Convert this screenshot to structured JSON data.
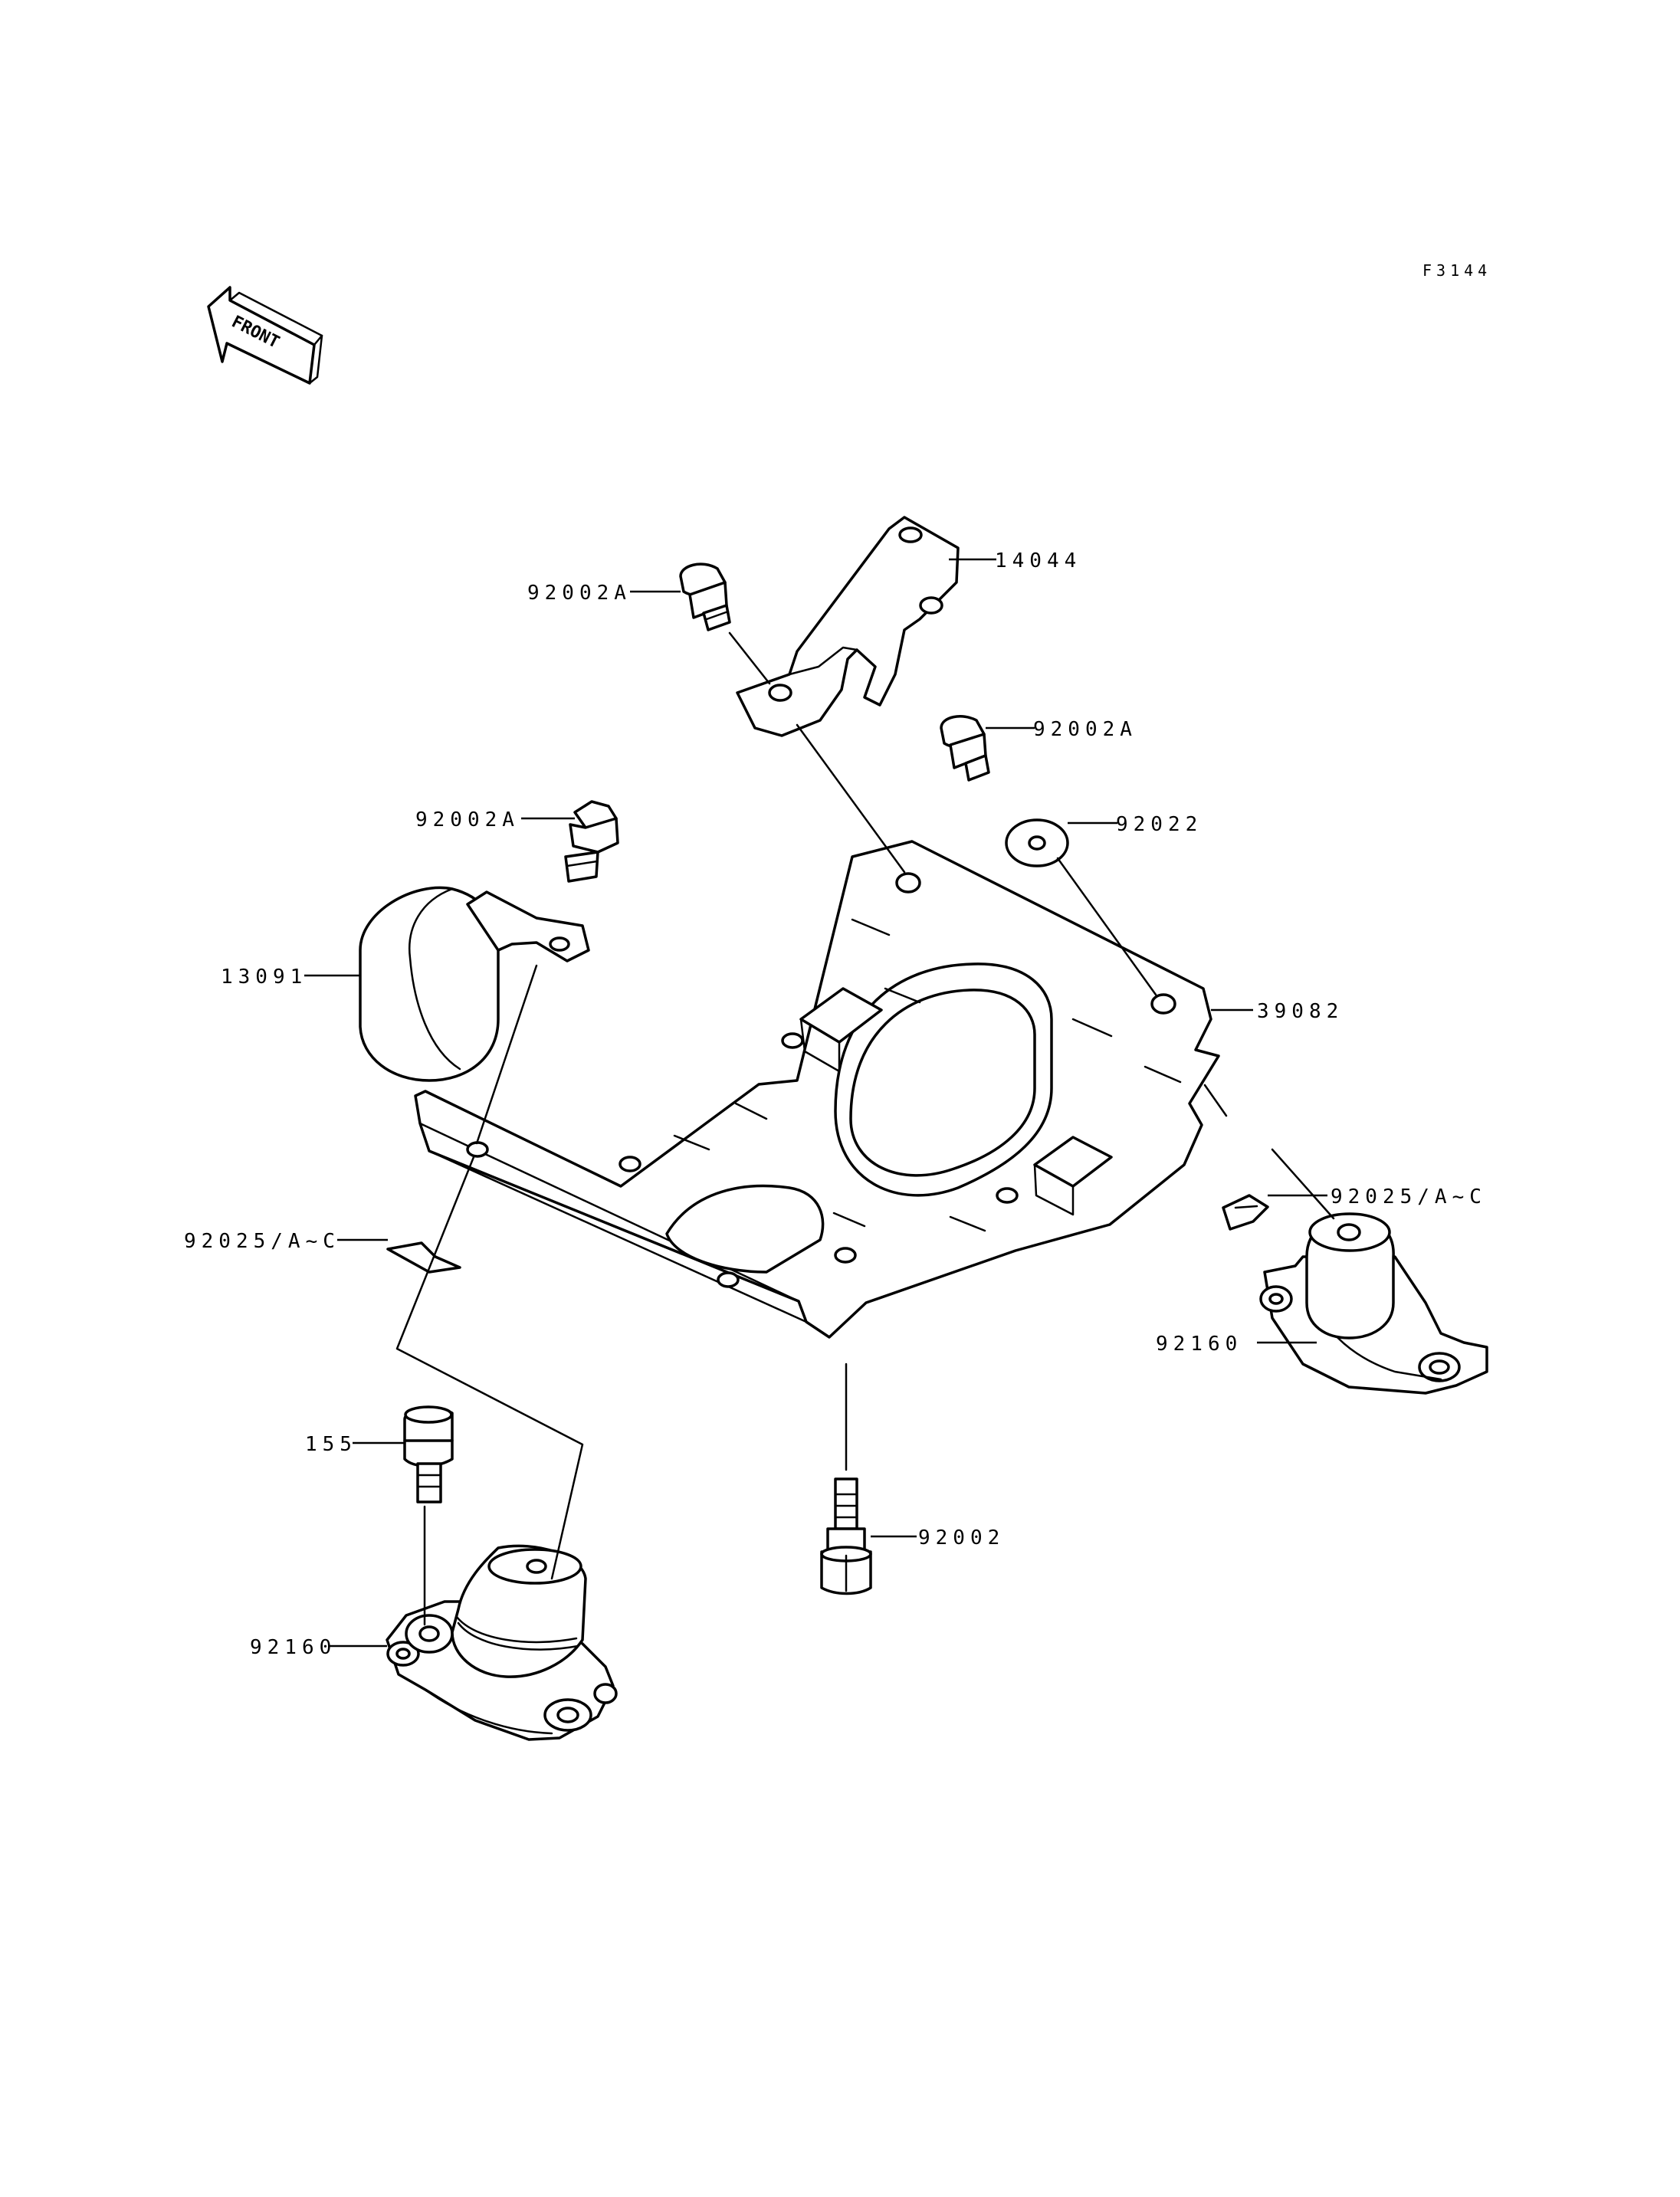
{
  "figure_code": "F3144",
  "front_indicator": "FRONT",
  "callouts": [
    {
      "id": "14044",
      "text": "14044"
    },
    {
      "id": "92002A-top",
      "text": "92002A"
    },
    {
      "id": "92002A-right",
      "text": "92002A"
    },
    {
      "id": "92002A-left",
      "text": "92002A"
    },
    {
      "id": "92022",
      "text": "92022"
    },
    {
      "id": "13091",
      "text": "13091"
    },
    {
      "id": "39082",
      "text": "39082"
    },
    {
      "id": "92025-right",
      "text": "92025/A~C"
    },
    {
      "id": "92025-left",
      "text": "92025/A~C"
    },
    {
      "id": "92160-right",
      "text": "92160"
    },
    {
      "id": "155",
      "text": "155"
    },
    {
      "id": "92002",
      "text": "92002"
    },
    {
      "id": "92160-left",
      "text": "92160"
    }
  ]
}
